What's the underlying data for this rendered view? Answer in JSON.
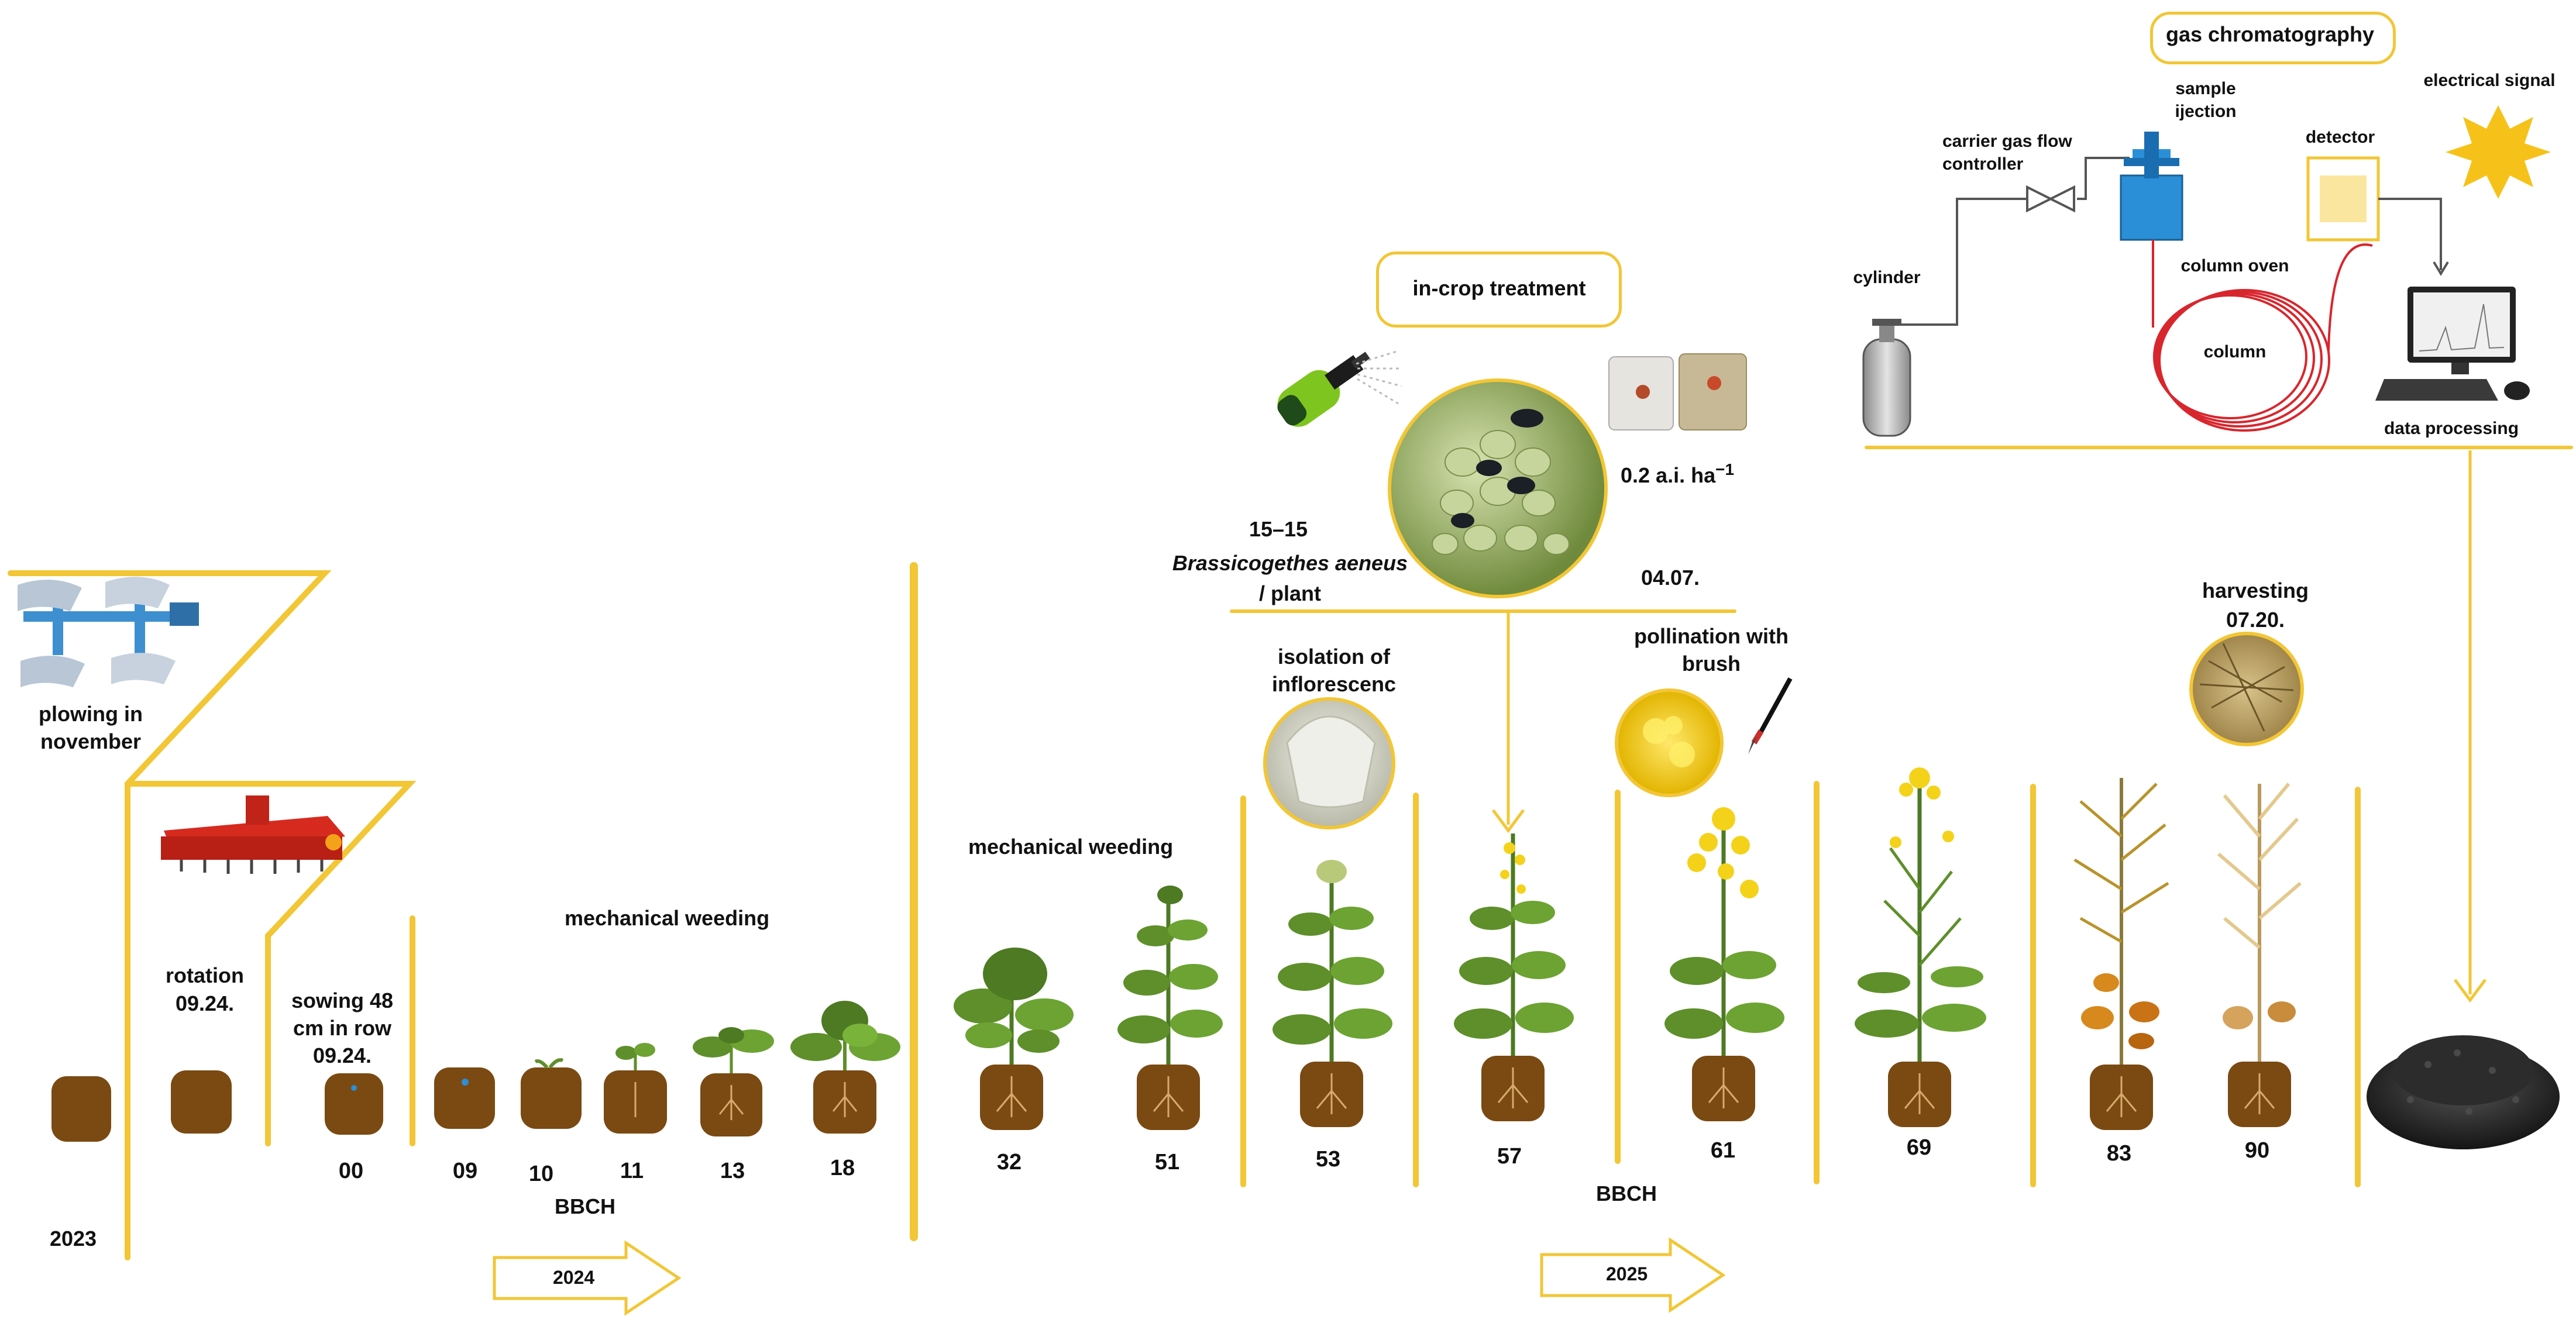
{
  "colors": {
    "timeline_yellow": "#f2c635",
    "soil_brown": "#7a4a12",
    "leaf_green": "#5e8f2a",
    "flower_yellow": "#f4d21a",
    "column_red": "#d8262d",
    "injector_blue": "#2a8fd6",
    "seed_dark": "#2a2a2a"
  },
  "labels": {
    "year_2023": "2023",
    "plowing": "plowing in november",
    "rotation": "rotation",
    "rotation_date": "09.24.",
    "sowing": "sowing 48 cm in row",
    "sowing_date": "09.24.",
    "mechanical_weeding_1": "mechanical weeding",
    "mechanical_weeding_2": "mechanical weeding",
    "bbch_1": "BBCH",
    "bbch_2": "BBCH",
    "year_2024": "2024",
    "year_2025": "2025",
    "in_crop_treatment": "in-crop treatment",
    "dose": "0.2 a.i. ha",
    "dose_sup": "−1",
    "threshold": "15–15",
    "species": "Brassicogethes aeneus",
    "per_plant": "/ plant",
    "treatment_date": "04.07.",
    "isolation": "isolation of inflorescenc",
    "pollination": "pollination with brush",
    "harvesting": "harvesting",
    "harvest_date": "07.20."
  },
  "bbch_stages": [
    "00",
    "09",
    "10",
    "11",
    "13",
    "18",
    "32",
    "51",
    "53",
    "57",
    "61",
    "69",
    "83",
    "90"
  ],
  "gc": {
    "title": "gas chromatography",
    "carrier_gas": "carrier gas flow controller",
    "sample_injection": "sample ijection",
    "detector": "detector",
    "electrical_signal": "electrical signal",
    "cylinder": "cylinder",
    "column_oven": "column oven",
    "column": "column",
    "data_processing": "data processing"
  },
  "icons": {
    "plough": "plough-icon",
    "rotary_tiller": "rotary-tiller-icon",
    "spray_bottle": "spray-bottle-icon",
    "beetle_photo": "pollen-beetle-photo",
    "product_bags": "product-bag-icon",
    "isolation_bag": "isolation-bag-photo",
    "brush": "brush-icon",
    "flower_photo": "rapeseed-flower-photo",
    "pods_photo": "dry-pods-photo",
    "seed_pile": "seed-pile-icon",
    "gas_cylinder": "gas-cylinder-icon",
    "computer": "computer-icon",
    "signal_burst": "signal-burst-icon"
  }
}
